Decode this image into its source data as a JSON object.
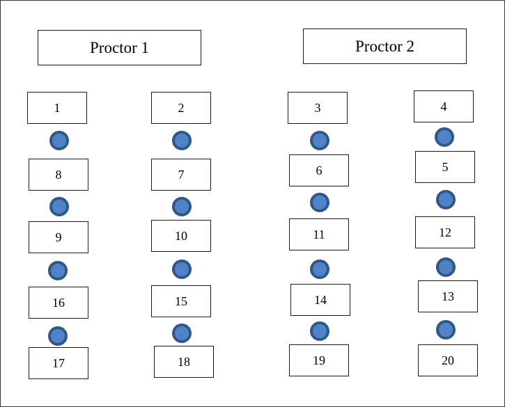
{
  "proctors": [
    {
      "id": "p1",
      "label": "Proctor 1"
    },
    {
      "id": "p2",
      "label": "Proctor 2"
    }
  ],
  "desks": [
    "1",
    "2",
    "3",
    "4",
    "8",
    "7",
    "6",
    "5",
    "9",
    "10",
    "11",
    "12",
    "16",
    "15",
    "14",
    "13",
    "17",
    "18",
    "19",
    "20"
  ],
  "colors": {
    "seat_fill": "#4f82c6",
    "seat_border": "#2f5787",
    "border": "#1a1a1a",
    "background": "#ffffff"
  }
}
